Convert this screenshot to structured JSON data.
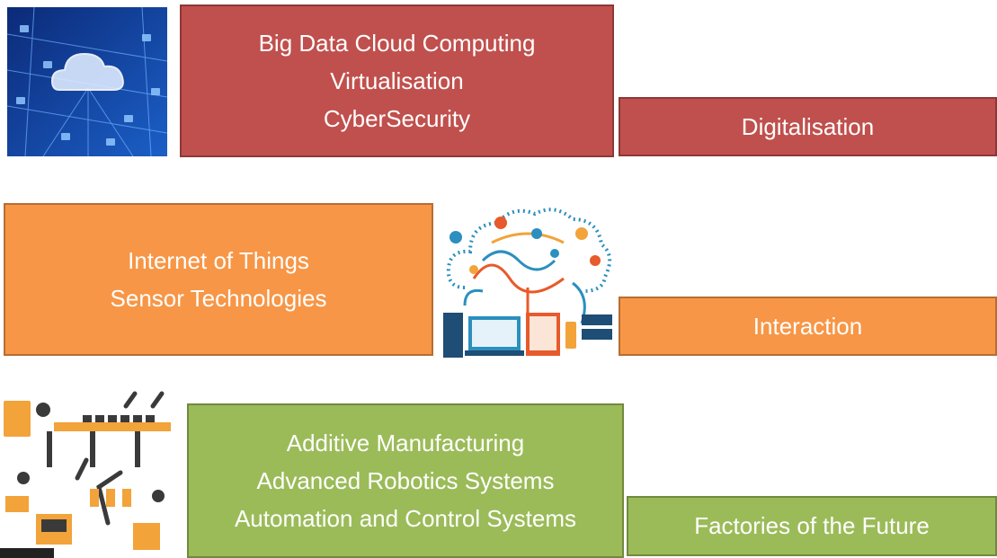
{
  "rows": [
    {
      "main_lines": [
        "Big Data Cloud Computing",
        "Virtualisation",
        "CyberSecurity"
      ],
      "side_label": "Digitalisation",
      "image_icon": "cloud-network-icon"
    },
    {
      "main_lines": [
        "Internet of Things",
        "Sensor Technologies"
      ],
      "side_label": "Interaction",
      "image_icon": "iot-devices-icon"
    },
    {
      "main_lines": [
        "Additive Manufacturing",
        "Advanced Robotics Systems",
        "Automation and Control Systems"
      ],
      "side_label": "Factories of the Future",
      "image_icon": "factory-robots-icon"
    }
  ],
  "colors": {
    "red": "#c0504d",
    "orange": "#f79646",
    "green": "#9bbb59"
  }
}
